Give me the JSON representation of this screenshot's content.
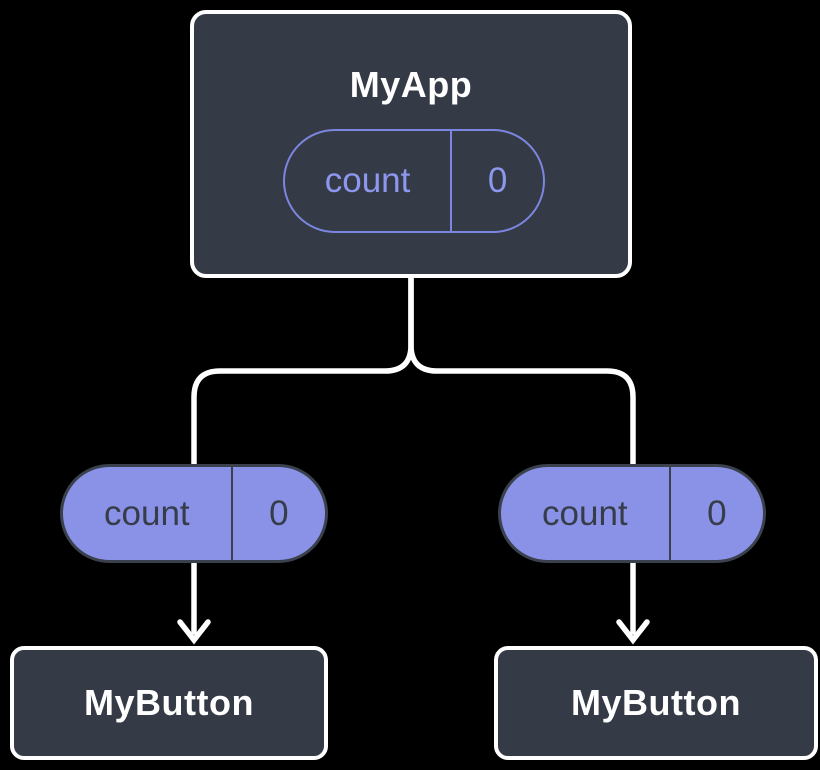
{
  "diagram": {
    "root": {
      "label": "MyApp",
      "state_pill": {
        "name": "count",
        "value": "0"
      }
    },
    "branches": [
      {
        "pill": {
          "name": "count",
          "value": "0"
        },
        "child_label": "MyButton"
      },
      {
        "pill": {
          "name": "count",
          "value": "0"
        },
        "child_label": "MyButton"
      }
    ],
    "colors": {
      "background": "#000000",
      "node_fill": "#343a46",
      "node_border": "#ffffff",
      "accent_solid": "#8a92e8",
      "accent_outline": "#7b86e0",
      "accent_text": "#8d97ee",
      "dark_text": "#363c48",
      "dark_outline": "#3a404c",
      "connector": "#ffffff"
    }
  }
}
